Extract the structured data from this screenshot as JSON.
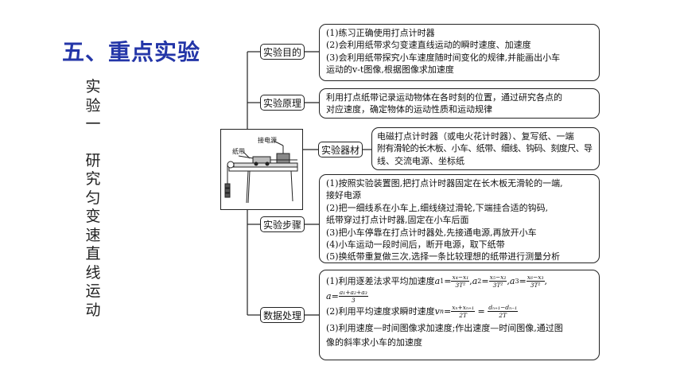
{
  "title": "五、重点实验",
  "vertical_title": [
    "实",
    "验",
    "一",
    "研",
    "究",
    "匀",
    "变",
    "速",
    "直",
    "线",
    "运",
    "动"
  ],
  "apparatus": {
    "label_power": "接电源",
    "label_tape": "纸带"
  },
  "sections": [
    {
      "tag": "实验目的",
      "lines": [
        "(1)练习正确使用打点计时器",
        "(2)会利用纸带求匀变速直线运动的瞬时速度、加速度",
        "(3)会利用纸带探究小车速度随时间变化的规律,并能画出小车",
        "运动的v-t图像,根据图像求加速度"
      ]
    },
    {
      "tag": "实验原理",
      "lines": [
        "利用打点纸带记录运动物体在各时刻的位置，通过研究各点的",
        "对应速度，确定物体的运动性质和运动规律"
      ]
    },
    {
      "tag": "实验器材",
      "lines": [
        "电磁打点计时器（或电火花计时器）、复写纸、一端",
        "附有滑轮的长木板、小车、纸带、细线、钩码、刻度尺、导",
        "线、交流电源、坐标纸"
      ]
    },
    {
      "tag": "实验步骤",
      "lines": [
        "(1)按照实验装置图,把打点计时器固定在长木板无滑轮的一端,",
        "接好电源",
        "(2)把一细线系在小车上,细线绕过滑轮,下端挂合适的钩码,",
        "纸带穿过打点计时器,固定在小车后面",
        "(3)把小车停靠在打点计时器处,先接通电源,再放开小车",
        "(4)小车运动一段时间后，断开电源，取下纸带",
        "(5)换纸带重复做三次,选择一条比较理想的纸带进行测量分析"
      ]
    },
    {
      "tag": "数据处理",
      "line1_prefix": "(1)利用逐差法求平均加速度",
      "a1_num": "x₄−x₁",
      "a2_num": "x₅−x₂",
      "a3_num": "x₆−x₃",
      "den_3T2": "3T²",
      "a_avg_num": "a₁+a₂+a₃",
      "a_avg_den": "3",
      "line2_prefix": "(2)利用平均速度求瞬时速度",
      "vn_num1": "xₙ+xₙ₊₁",
      "vn_num2": "dₙ₊₁−dₙ₋₁",
      "den_2T": "2T",
      "line3": "(3)利用速度—时间图像求加速度;作出速度—时间图像,通过图",
      "line4": "像的斜率求小车的加速度"
    }
  ]
}
